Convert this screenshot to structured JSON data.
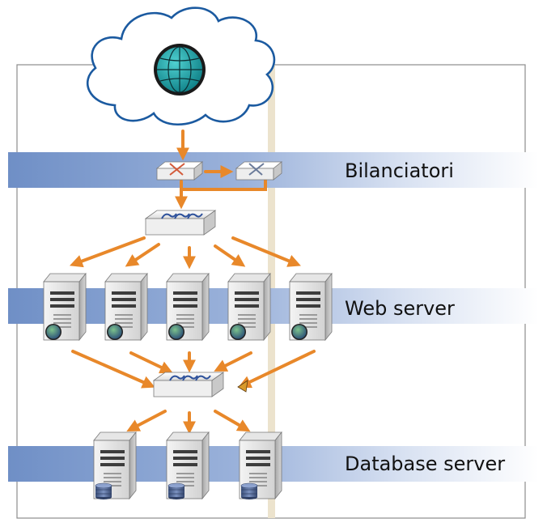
{
  "tiers": {
    "balancers": "Bilanciatori",
    "web": "Web server",
    "database": "Database server"
  },
  "colors": {
    "band": "#7393c8",
    "arrow": "#e8882a",
    "cloud_stroke": "#1b5aa0",
    "globe": "#1aa3a3",
    "divider": "#ece3cd"
  },
  "icons": {
    "internet": "globe-icon",
    "balancer": "router-icon",
    "switch": "switch-icon",
    "web_server": "server-globe-icon",
    "db_server": "server-database-icon"
  }
}
